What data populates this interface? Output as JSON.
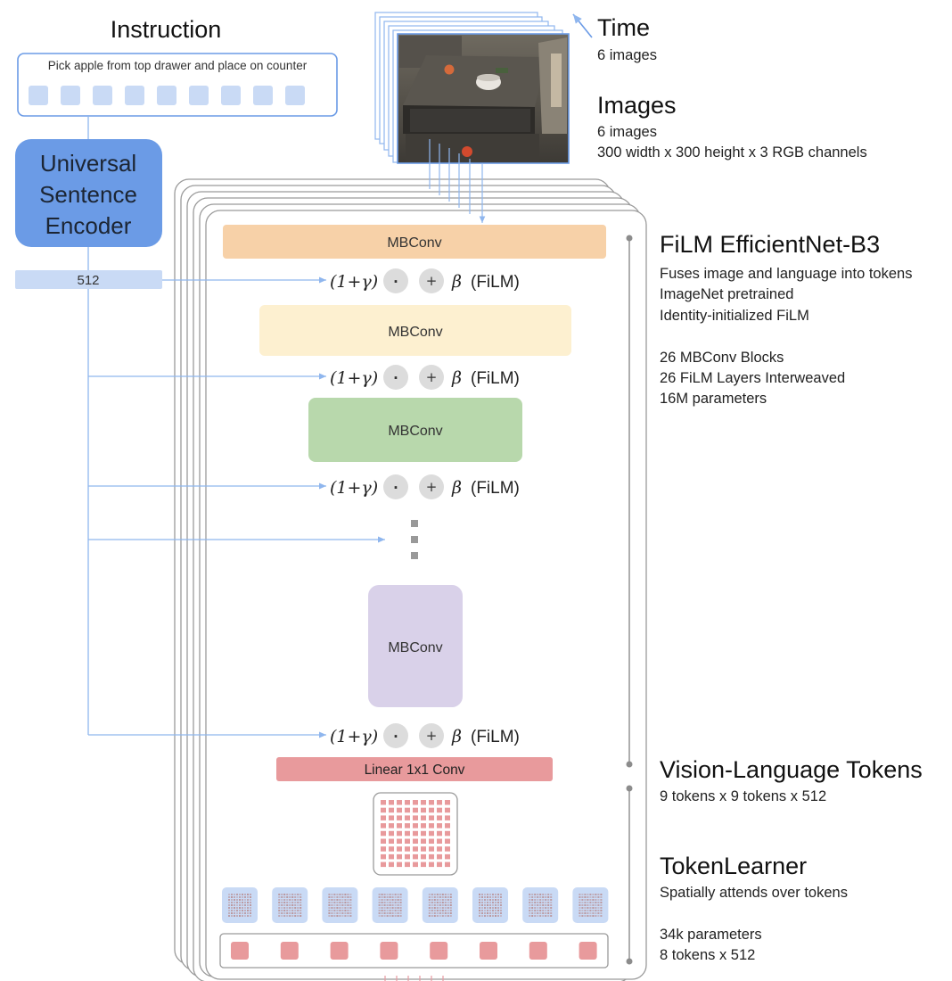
{
  "instruction": {
    "heading": "Instruction",
    "text": "Pick apple from top drawer and place on counter",
    "token_count": 9
  },
  "encoder": {
    "label_line1": "Universal",
    "label_line2": "Sentence",
    "label_line3": "Encoder",
    "embedding_size": "512",
    "color": "#6b9be6"
  },
  "time": {
    "title": "Time",
    "subtitle": "6 images"
  },
  "images": {
    "title": "Images",
    "line1": "6 images",
    "line2": "300 width x 300 height x 3 RGB channels"
  },
  "efficientnet": {
    "title": "FiLM EfficientNet-B3",
    "line1": "Fuses image and language into tokens",
    "line2": "ImageNet pretrained",
    "line3": "Identity-initialized FiLM",
    "line4": "26 MBConv Blocks",
    "line5": "26 FiLM Layers Interweaved",
    "line6": "16M parameters"
  },
  "blocks": {
    "mbconv1": {
      "label": "MBConv",
      "color": "#f7d1a8"
    },
    "mbconv2": {
      "label": "MBConv",
      "color": "#fdf0d0"
    },
    "mbconv3": {
      "label": "MBConv",
      "color": "#b8d8ac"
    },
    "mbconv4": {
      "label": "MBConv",
      "color": "#d9d1e9"
    },
    "linear": {
      "label": "Linear 1x1 Conv",
      "color": "#e89a9c"
    }
  },
  "film": {
    "math": "(1+γ)",
    "dot_symbol": "·",
    "plus_symbol": "+",
    "beta": "β",
    "suffix": "(FiLM)"
  },
  "vl_tokens": {
    "title": "Vision-Language Tokens",
    "line1": "9 tokens x 9 tokens x 512",
    "grid_size": 9,
    "color": "#e89a9c"
  },
  "tokenlearner": {
    "title": "TokenLearner",
    "line1": "Spatially attends over tokens",
    "line2": "34k parameters",
    "line3": "8 tokens x 512",
    "token_count": 8
  },
  "icons": {
    "time_arrow": "time-arrow-icon",
    "camera_image": "robot-camera-image"
  }
}
